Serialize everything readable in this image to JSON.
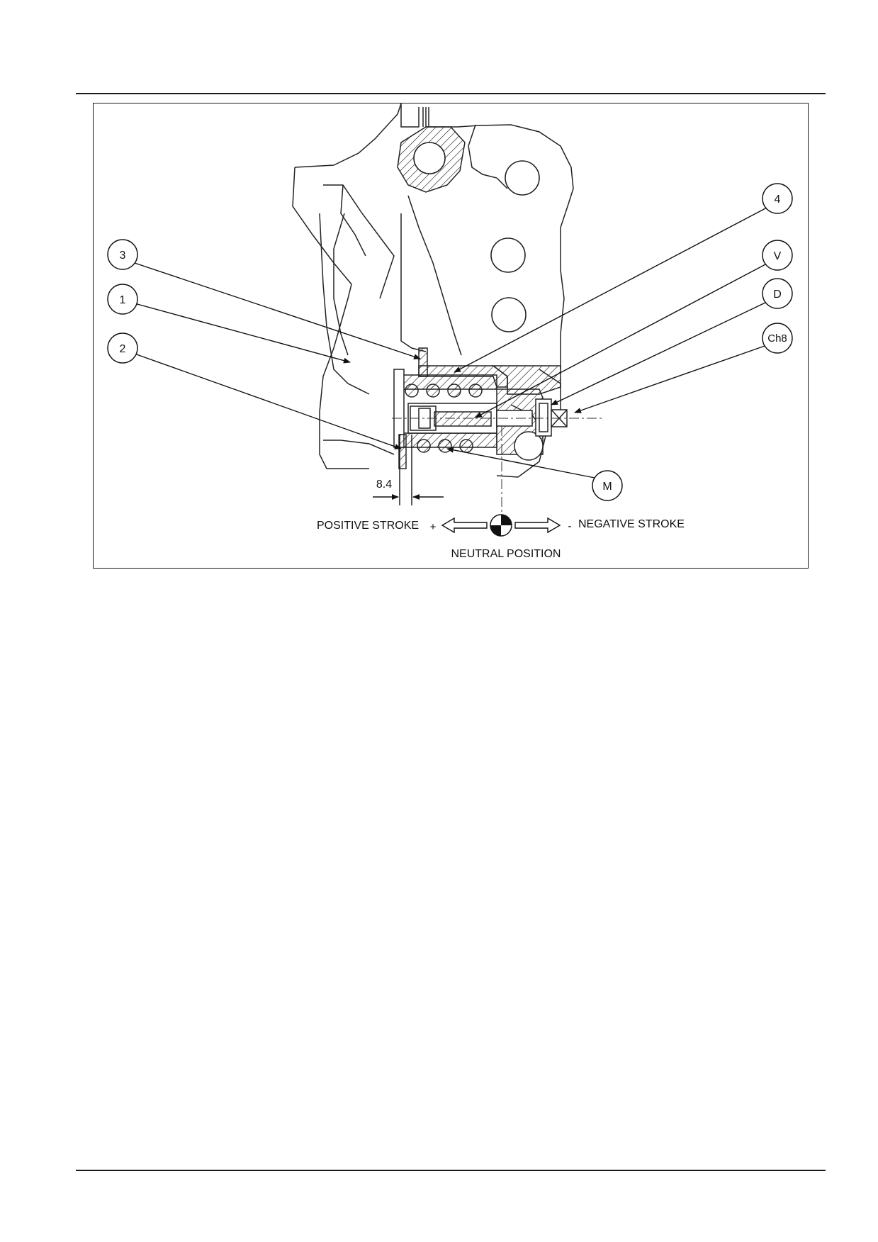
{
  "callouts": {
    "c3": "3",
    "c1": "1",
    "c2": "2",
    "c4": "4",
    "cV": "V",
    "cD": "D",
    "cCh8": "Ch8",
    "cM": "M"
  },
  "dimension": "8.4",
  "stroke": {
    "positive": "POSITIVE STROKE",
    "plus": "+",
    "minus": "-",
    "negative": "NEGATIVE STROKE",
    "neutral": "NEUTRAL POSITION"
  },
  "colors": {
    "ink": "#1a1a1a",
    "background": "#ffffff"
  },
  "icons": {
    "neutral_marker": "quartered-circle-icon",
    "arrows": "hollow-arrow-icon"
  }
}
